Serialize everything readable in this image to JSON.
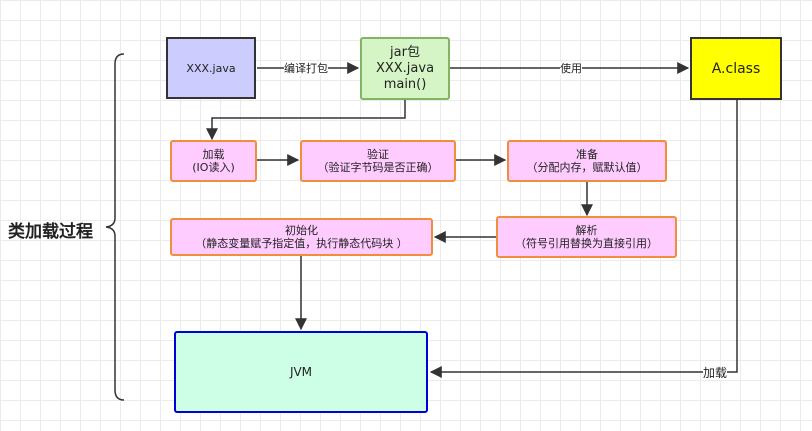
{
  "diagram": {
    "title": "类加载过程",
    "nodes": {
      "source": {
        "label": "XXX.java"
      },
      "jar": {
        "line1": "jar包",
        "line2": "XXX.java",
        "line3": "main()"
      },
      "class": {
        "label": "A.class"
      },
      "load": {
        "line1": "加载",
        "line2": "(IO读入)"
      },
      "verify": {
        "line1": "验证",
        "line2": "（验证字节码是否正确）"
      },
      "prepare": {
        "line1": "准备",
        "line2": "（分配内存，赋默认值）"
      },
      "resolve": {
        "line1": "解析",
        "line2": "（符号引用替换为直接引用）"
      },
      "init": {
        "line1": "初始化",
        "line2": "（静态变量赋予指定值，执行静态代码块 ）"
      },
      "jvm": {
        "label": "JVM"
      }
    },
    "edges": {
      "compile": "编译打包",
      "use": "使用",
      "load": "加载"
    }
  },
  "colors": {
    "source_fill": "#ccccff",
    "jar_fill": "#d5f5c7",
    "jar_border": "#82b366",
    "class_fill": "#ffff00",
    "step_fill": "#ffccff",
    "step_border": "#f08e3c",
    "jvm_fill": "#ccffe6",
    "jvm_border": "#0000dd",
    "line": "#333333"
  }
}
